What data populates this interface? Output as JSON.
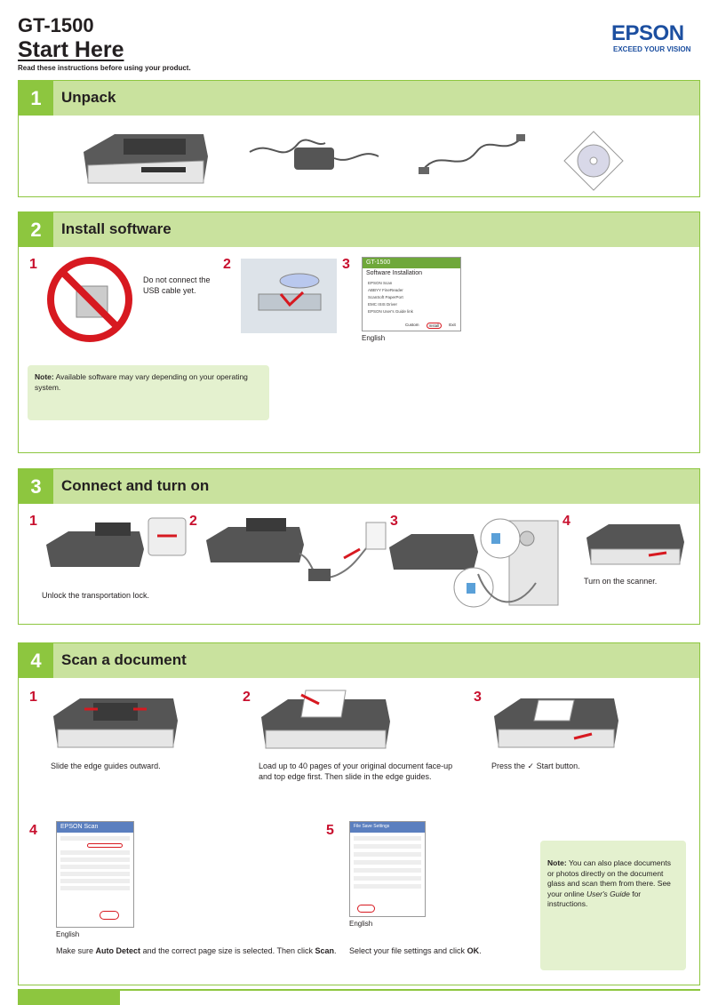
{
  "header": {
    "model": "GT-1500",
    "title": "Start Here",
    "subtitle": "Read these instructions before using your product.",
    "brand": "EPSON",
    "tagline": "EXCEED YOUR VISION"
  },
  "sections": [
    {
      "number": "1",
      "title": "Unpack"
    },
    {
      "number": "2",
      "title": "Install software"
    },
    {
      "number": "3",
      "title": "Connect and turn on"
    },
    {
      "number": "4",
      "title": "Scan a document"
    }
  ],
  "install": {
    "step1_text": "Do not connect the USB cable yet.",
    "screen_title": "GT-1500",
    "screen_heading": "Software Installation",
    "screen_items": [
      "EPSON Scan",
      "ABBYY FineReader",
      "ScanSoft PaperPort",
      "EMC ISIS Driver",
      "EPSON User's Guide link"
    ],
    "screen_buttons": [
      "Custom",
      "Install",
      "Exit"
    ],
    "lang_label": "English",
    "note_label": "Note:",
    "note_text": "Available software may vary depending on your operating system."
  },
  "connect": {
    "step1_text": "Unlock the transportation lock.",
    "step4_text": "Turn on the scanner."
  },
  "scan": {
    "step1_text": "Slide the edge guides outward.",
    "step2_text": "Load up to 40 pages of your original document face-up and top edge first. Then slide in the edge guides.",
    "step3_pre": "Press the",
    "step3_post": "Start button.",
    "step4_lang": "English",
    "step4_pre": "Make sure",
    "step4_bold1": "Auto Detect",
    "step4_mid": "and the correct page size is selected. Then click",
    "step4_bold2": "Scan",
    "step4_end": ".",
    "step5_lang": "English",
    "step5_pre": "Select your file settings and click",
    "step5_bold": "OK",
    "step5_end": ".",
    "epson_scan_title": "EPSON Scan",
    "file_save_title": "File Save Settings",
    "note_label": "Note:",
    "note_pre": "You can also place documents or photos directly on the document glass and scan them from there. See your online",
    "note_italic": "User's Guide",
    "note_post": "for instructions."
  },
  "colors": {
    "accent": "#8dc63f",
    "accent_light": "#c9e29e",
    "step_red": "#c8102e",
    "brand_blue": "#1c4fa0"
  }
}
